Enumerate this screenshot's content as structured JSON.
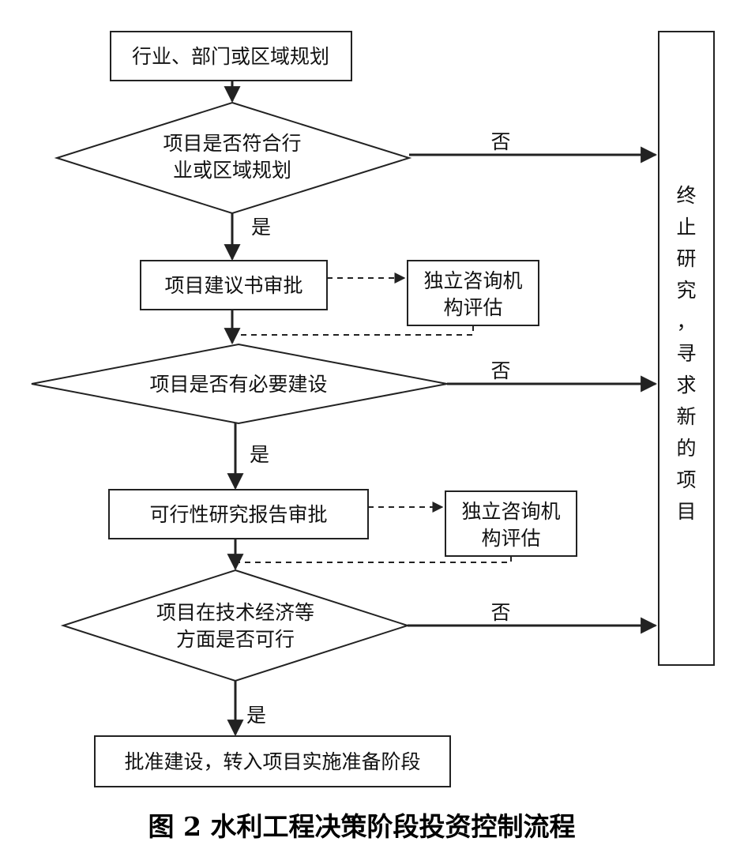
{
  "diagram": {
    "start": "行业、部门或区域规划",
    "decision1": {
      "line1": "项目是否符合行",
      "line2": "业或区域规划"
    },
    "approval1": "项目建议书审批",
    "consult1": {
      "line1": "独立咨询机",
      "line2": "构评估"
    },
    "decision2": "项目是否有必要建设",
    "approval2": "可行性研究报告审批",
    "consult2": {
      "line1": "独立咨询机",
      "line2": "构评估"
    },
    "decision3": {
      "line1": "项目在技术经济等",
      "line2": "方面是否可行"
    },
    "final": "批准建设，转入项目实施准备阶段",
    "yes": "是",
    "no": "否",
    "terminate": [
      "终",
      "止",
      "研",
      "究",
      "，",
      "寻",
      "求",
      "新",
      "的",
      "项",
      "目"
    ],
    "caption": "图 2  水利工程决策阶段投资控制流程"
  }
}
